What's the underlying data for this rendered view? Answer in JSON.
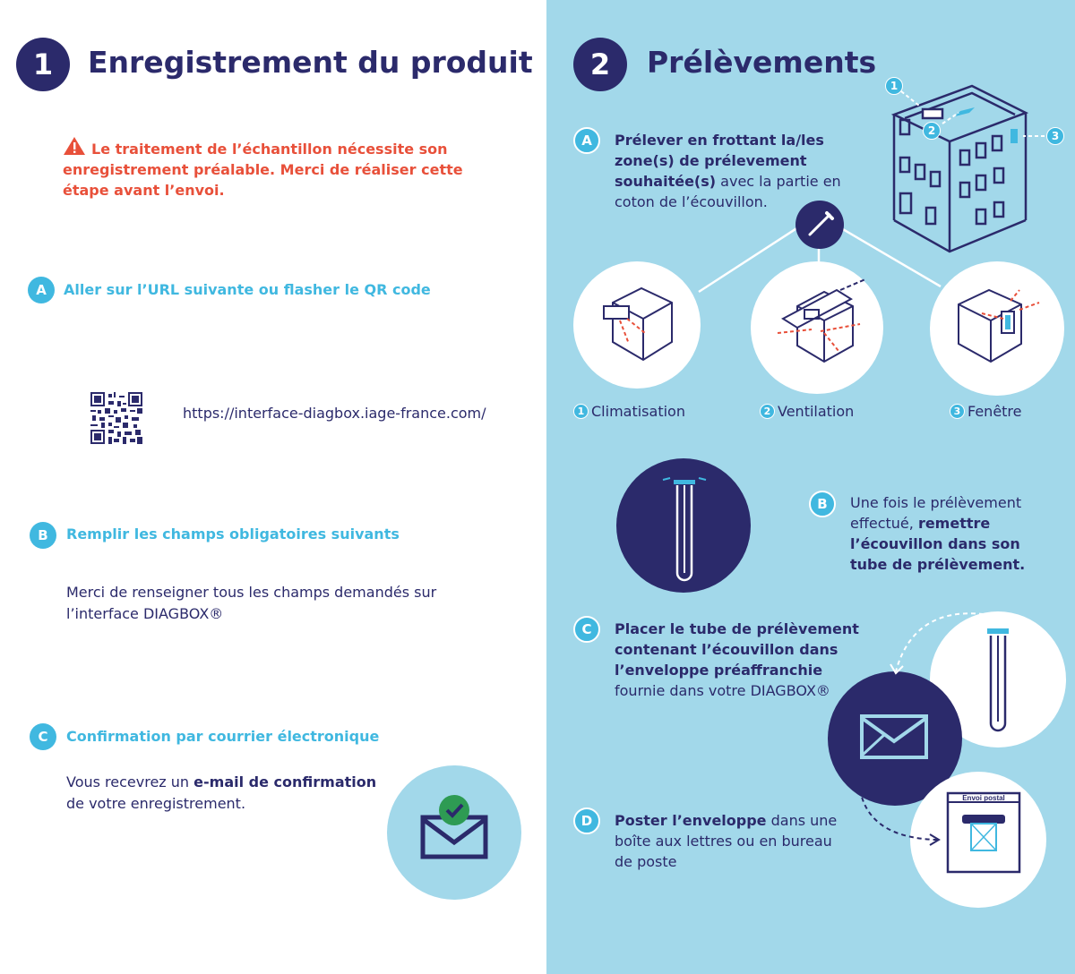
{
  "section1": {
    "number": "1",
    "title": "Enregistrement du produit",
    "warning": "Le traitement de l’échantillon nécessite son enregistrement préalable. Merci de réaliser cette étape avant l’envoi.",
    "stepA": {
      "letter": "A",
      "title": "Aller sur l’URL suivante ou flasher le QR code",
      "url": "https://interface-diagbox.iage-france.com/"
    },
    "stepB": {
      "letter": "B",
      "title": "Remplir les champs obligatoires suivants",
      "text": "Merci de renseigner tous les champs demandés sur l’interface DIAGBOX®"
    },
    "stepC": {
      "letter": "C",
      "title": "Confirmation par courrier électronique",
      "text_pre": "Vous recevrez un ",
      "text_bold": "e-mail de confirmation",
      "text_post": " de votre enregistrement."
    }
  },
  "section2": {
    "number": "2",
    "title": "Prélèvements",
    "stepA": {
      "letter": "A",
      "bold": "Prélever en frottant la/les zone(s) de prélevement souhaitée(s)",
      "rest": " avec la partie en coton de l’écouvillon."
    },
    "zones": [
      {
        "num": "1",
        "label": "Climatisation"
      },
      {
        "num": "2",
        "label": "Ventilation"
      },
      {
        "num": "3",
        "label": "Fenêtre"
      }
    ],
    "building_markers": [
      "1",
      "2",
      "3"
    ],
    "stepB": {
      "letter": "B",
      "pre": "Une fois le prélèvement effectué, ",
      "bold": "remettre l’écouvillon dans son tube de prélèvement."
    },
    "stepC": {
      "letter": "C",
      "bold": "Placer le tube de prélèvement contenant l’écouvillon dans l’enveloppe préaffranchie",
      "rest": " fournie dans votre DIAGBOX®"
    },
    "stepD": {
      "letter": "D",
      "bold": "Poster l’enveloppe",
      "rest": " dans une boîte aux lettres ou en bureau de poste"
    },
    "postal_label": "Envoi postal"
  },
  "colors": {
    "navy": "#2b2a6b",
    "sky": "#40b8e0",
    "light_blue_bg": "#a2d8ea",
    "warning": "#e8503a"
  }
}
